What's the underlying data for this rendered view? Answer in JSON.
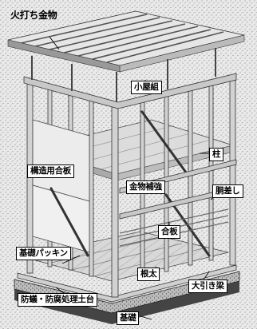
{
  "labels": {
    "hiuchi_kanamono": "火打ち金物",
    "koyagumi": "小屋組",
    "hashira": "柱",
    "kouzouyou_gouban": "構造用合板",
    "kanamono_hokyou": "金物補強",
    "dousashi": "胴差し",
    "gouban": "合板",
    "kiso_packing": "基礎パッキン",
    "neda": "根太",
    "ohikibari": "大引き梁",
    "boui_boufu_dodai": "防蟻・防腐処理土台",
    "kiso": "基礎"
  }
}
